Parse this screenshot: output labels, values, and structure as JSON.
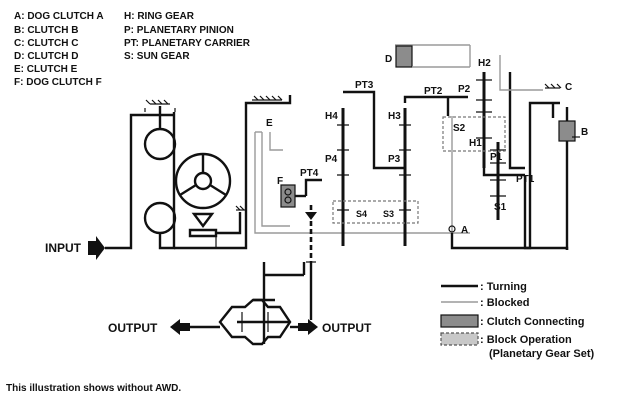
{
  "legend_top": [
    {
      "text": "A: DOG CLUTCH A"
    },
    {
      "text": "B: CLUTCH B"
    },
    {
      "text": "C: CLUTCH C"
    },
    {
      "text": "D: CLUTCH D"
    },
    {
      "text": "E: CLUTCH E"
    },
    {
      "text": "F: DOG CLUTCH F"
    },
    {
      "text": "H: RING GEAR"
    },
    {
      "text": "P: PLANETARY PINION"
    },
    {
      "text": "PT: PLANETARY CARRIER"
    },
    {
      "text": "S: SUN GEAR"
    }
  ],
  "labels": {
    "a": "A",
    "b": "B",
    "c": "C",
    "d": "D",
    "e": "E",
    "f": "F",
    "h1": "H1",
    "h2": "H2",
    "h3": "H3",
    "h4": "H4",
    "p1": "P1",
    "p2": "P2",
    "p3": "P3",
    "p4": "P4",
    "pt1": "PT1",
    "pt2": "PT2",
    "pt3": "PT3",
    "pt4": "PT4",
    "s1": "S1",
    "s2": "S2",
    "s3": "S3",
    "s4": "S4",
    "input": "INPUT",
    "output_left": "OUTPUT",
    "output_right": "OUTPUT"
  },
  "legend_bottom": [
    {
      "text": ": Turning"
    },
    {
      "text": ": Blocked"
    },
    {
      "text": ": Clutch Connecting"
    },
    {
      "text": ": Block Operation"
    },
    {
      "text": "(Planetary Gear Set)"
    }
  ],
  "note": "This illustration shows without AWD."
}
